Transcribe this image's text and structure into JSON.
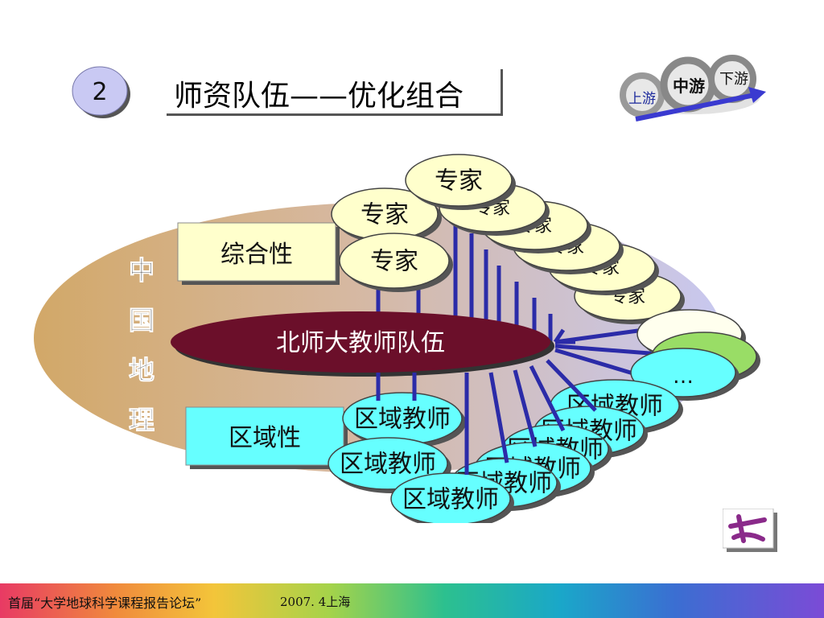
{
  "slide": {
    "number": "2",
    "title": "师资队伍——优化组合"
  },
  "flow_logo": {
    "upstream": "上游",
    "midstream": "中游",
    "downstream": "下游"
  },
  "diagram": {
    "background_label": "中国地理",
    "comprehensive_label": "综合性",
    "regional_label": "区域性",
    "center_label": "北师大教师队伍",
    "expert_label": "专家",
    "regional_teacher_label": "区域教师",
    "ellipsis_label": "…"
  },
  "footer": {
    "text": "首届“大学地球科学课程报告论坛”",
    "date": "2007. 4上海"
  },
  "colors": {
    "expert_fill": "#ffffcc",
    "teacher_fill": "#66ffff",
    "center_fill": "#6b0f2a",
    "line_color": "#2b2ba8",
    "green_fill": "#99dd66",
    "backdrop_purple": "#c8c8f0",
    "backdrop_tan": "#d2a868"
  }
}
